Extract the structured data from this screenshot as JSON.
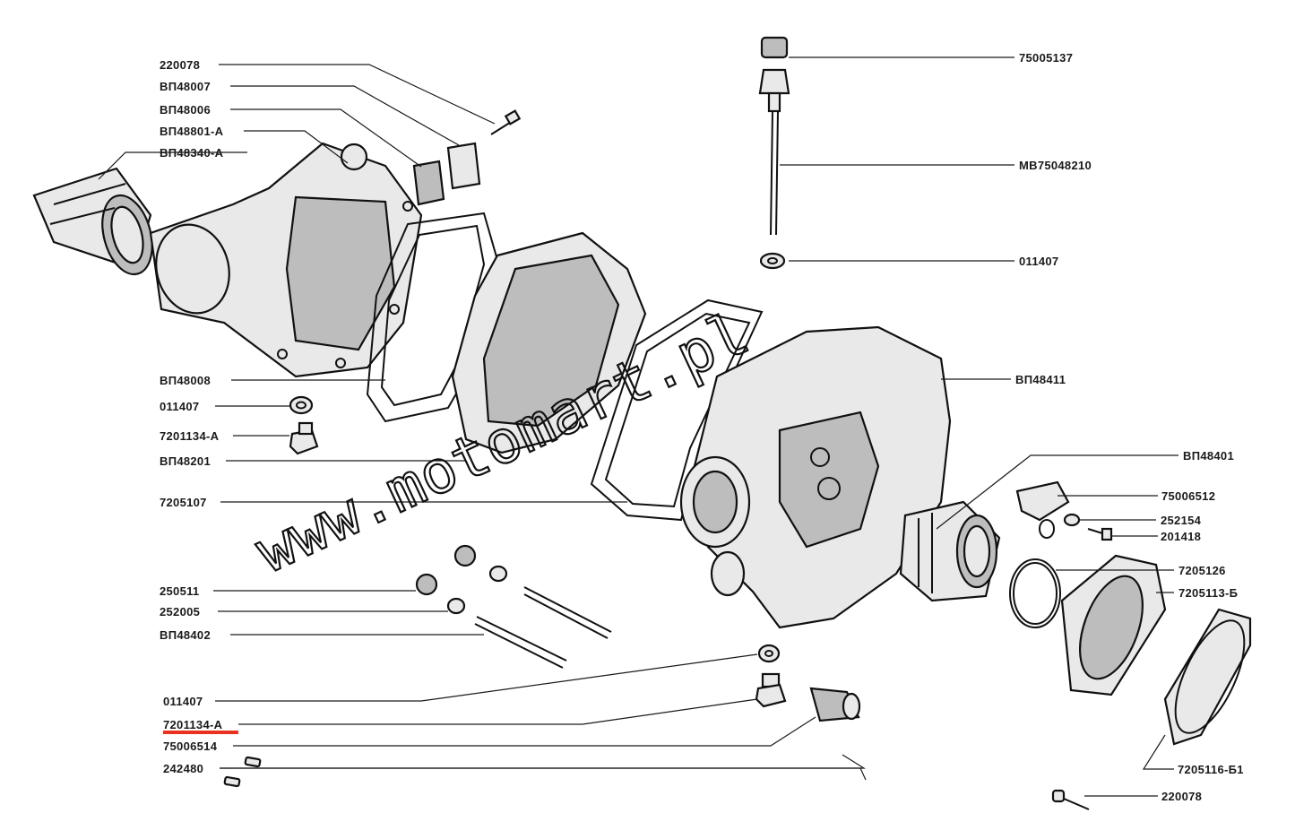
{
  "labels": {
    "l220078_top": "220078",
    "lVP48007": "ВП48007",
    "lVP48006": "ВП48006",
    "lVP48801A": "ВП48801-А",
    "lVP48340A": "ВП48340-А",
    "lVP48008": "ВП48008",
    "l011407_a": "011407",
    "l7201134A_a": "7201134-А",
    "lVP48201": "ВП48201",
    "l7205107": "7205107",
    "l250511": "250511",
    "l252005": "252005",
    "lVP48402": "ВП48402",
    "l011407_b": "011407",
    "l7201134A_b": "7201134-А",
    "l75006514": "75006514",
    "l242480": "242480",
    "l75005137": "75005137",
    "lMB75048210": "МВ75048210",
    "l011407_c": "011407",
    "lVP48411": "ВП48411",
    "lVP48401": "ВП48401",
    "l75006512": "75006512",
    "l252154": "252154",
    "l201418": "201418",
    "l7205126": "7205126",
    "l7205113B": "7205113-Б",
    "l7205116B1": "7205116-Б1",
    "l220078_bot": "220078"
  },
  "watermark": "www.motomart.pl",
  "highlight_color": "#e8321e",
  "highlighted_label": "7201134-А"
}
